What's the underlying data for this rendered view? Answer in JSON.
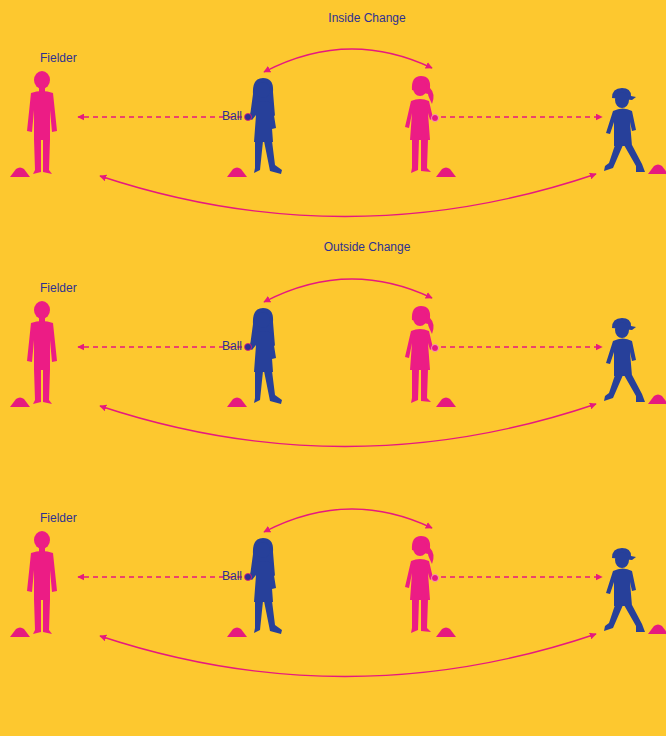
{
  "diagram": {
    "labels": [
      "Inside Change",
      "Fielder",
      "Ball",
      "Outside Change",
      "Fielder",
      "Ball",
      "Fielder",
      "Ball"
    ]
  }
}
